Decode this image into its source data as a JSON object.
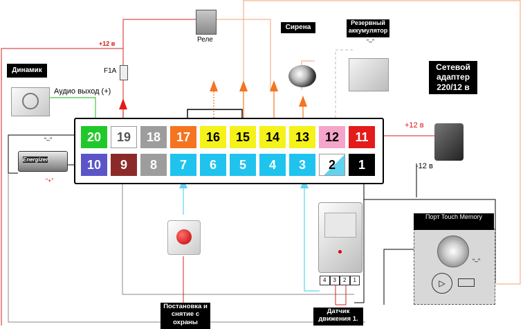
{
  "labels": {
    "speaker": "Динамик",
    "audio_out": "Аудио выход (+)",
    "relay": "Реле",
    "siren": "Сирена",
    "backup_battery": "Резервный аккумулятор",
    "battery_minus": "“–”",
    "adapter": "Сетевой адаптер 220/12 в",
    "plus12_top": "+12 в",
    "plus12_right": "+12 в",
    "minus12": "-12 в",
    "fuse": "F1A",
    "cell_minus": "“–”",
    "cell_plus": "“+”",
    "cell_brand": "Energizer",
    "arm_disarm": "Постановка и снятие с охраны",
    "motion_sensor": "Датчик движения 1.",
    "touch_memory": "Порт Touch Memory",
    "tm_minus": "“–”"
  },
  "terminals_top": [
    {
      "num": "20",
      "color": "#21c82a",
      "text": "#ffffff"
    },
    {
      "num": "19",
      "color": "#ffffff",
      "text": "#555555"
    },
    {
      "num": "18",
      "color": "#9d9d9d",
      "text": "#ffffff"
    },
    {
      "num": "17",
      "color": "#f47420",
      "text": "#ffffff"
    },
    {
      "num": "16",
      "color": "#f4f219",
      "text": "#000000"
    },
    {
      "num": "15",
      "color": "#f4f219",
      "text": "#000000"
    },
    {
      "num": "14",
      "color": "#f4f219",
      "text": "#000000"
    },
    {
      "num": "13",
      "color": "#f4f219",
      "text": "#000000"
    },
    {
      "num": "12",
      "color": "#f5a5c9",
      "text": "#000000"
    },
    {
      "num": "11",
      "color": "#e41b1b",
      "text": "#ffffff"
    }
  ],
  "terminals_bottom": [
    {
      "num": "10",
      "color": "#5b55c8",
      "text": "#ffffff"
    },
    {
      "num": "9",
      "color": "#8c2a2a",
      "text": "#ffffff"
    },
    {
      "num": "8",
      "color": "#9d9d9d",
      "text": "#ffffff"
    },
    {
      "num": "7",
      "color": "#1fc3ee",
      "text": "#ffffff"
    },
    {
      "num": "6",
      "color": "#1fc3ee",
      "text": "#ffffff"
    },
    {
      "num": "5",
      "color": "#1fc3ee",
      "text": "#ffffff"
    },
    {
      "num": "4",
      "color": "#1fc3ee",
      "text": "#ffffff"
    },
    {
      "num": "3",
      "color": "#1fc3ee",
      "text": "#ffffff"
    },
    {
      "num": "2",
      "color": "#ffffff",
      "text": "#000000"
    },
    {
      "num": "1",
      "color": "#000000",
      "text": "#ffffff"
    }
  ],
  "sensor_pins": [
    "4",
    "3",
    "2",
    "1"
  ],
  "colors": {
    "red_wire": "#d42020",
    "orange_wire": "#f4a070",
    "green_wire": "#3ec83e",
    "cyan_wire": "#5fd3f0",
    "arrow_orange": "#f47420",
    "arrow_red": "#e41b1b"
  }
}
